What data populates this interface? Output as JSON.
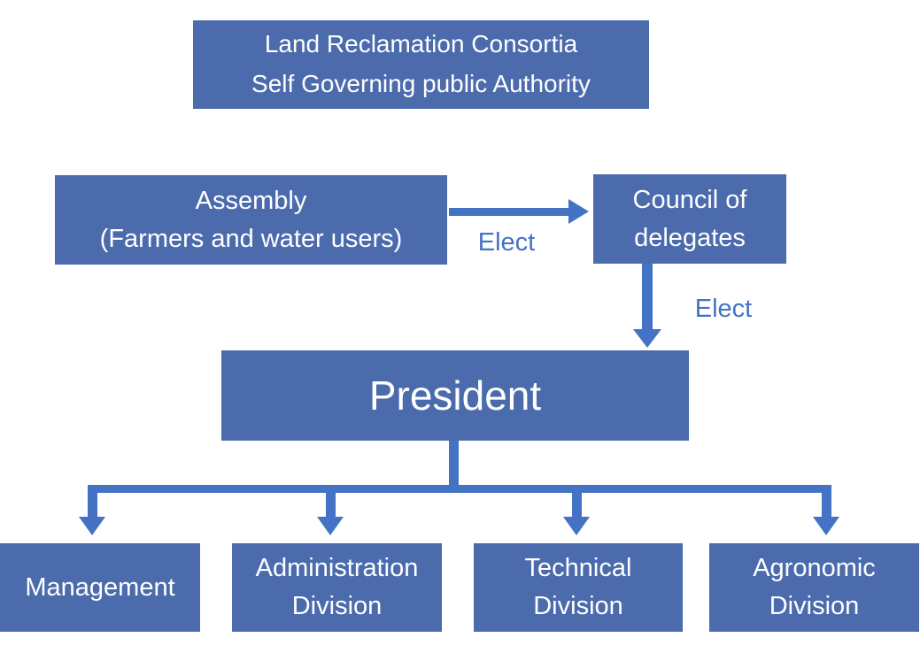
{
  "diagram": {
    "nodes": {
      "authority": "Land Reclamation Consortia\nSelf Governing public Authority",
      "assembly": "Assembly\n(Farmers and water users)",
      "council": "Council of\ndelegates",
      "president": "President",
      "management": "Management",
      "administration": "Administration\nDivision",
      "technical": "Technical\nDivision",
      "agronomic": "Agronomic\nDivision"
    },
    "edge_labels": {
      "assembly_to_council": "Elect",
      "council_to_president": "Elect"
    }
  },
  "colors": {
    "box_fill": "#4b6bad",
    "arrow": "#4472c4",
    "box_text": "#ffffff",
    "background": "#ffffff"
  }
}
